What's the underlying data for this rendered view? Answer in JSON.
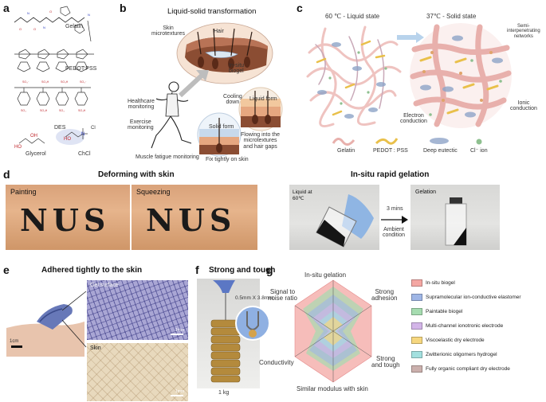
{
  "panels": {
    "a": {
      "letter": "a",
      "labels": {
        "gelatin": "Gelatin",
        "pedot": "PEDOT:PSS",
        "des": "DES",
        "glycerol": "Glycerol",
        "chcl": "ChCl",
        "cl": "Cl",
        "oh_a": "HO",
        "oh_b": "OH",
        "oh_c": "HO",
        "n_plus": "N",
        "nh2": "NH"
      }
    },
    "b": {
      "letter": "b",
      "title": "Liquid-solid transformation",
      "labels": {
        "skin_microtextures": "Skin\nmicrotextures",
        "hair": "Hair",
        "insitu_biogel": "In-situ\nbiogel",
        "healthcare": "Healthcare\nmonitoring",
        "exercise": "Exercise\nmonitoring",
        "fatigue": "Muscle fatigue monitoring",
        "cooling": "Cooling\ndown",
        "liquid_form": "Liquid form",
        "solid_form": "Solid form",
        "flowing": "Flowing into the\nmicrotextures\nand hair gaps",
        "fix": "Fix tightly on skin"
      }
    },
    "c": {
      "letter": "c",
      "labels": {
        "liquid_state": "60 ℃ - Liquid state",
        "solid_state": "37℃ - Solid state",
        "semi": "Semi-\ninterpenetrating\nnetworks",
        "electron": "Electron\nconduction",
        "ionic": "Ionic\nconduction"
      },
      "legend": {
        "gelatin": "Gelatin",
        "pedot": "PEDOT : PSS",
        "deep": "Deep eutectic",
        "cl": "Cl⁻ ion"
      }
    },
    "d": {
      "letter": "d",
      "title_left": "Deforming with skin",
      "title_right": "In-situ rapid gelation",
      "painting": "Painting",
      "squeezing": "Squeezing",
      "letters": "NUS",
      "liquid_at": "Liquid at\n60℃",
      "mins": "3 mins",
      "ambient": "Ambient\ncondition",
      "gelation": "Gelation"
    },
    "e": {
      "letter": "e",
      "title": "Adhered tightly to the skin",
      "gel_surface": "Gel surface",
      "skin": "Skin",
      "scale_cm": "1cm",
      "scale_mm": "1mm"
    },
    "f": {
      "letter": "f",
      "title": "Strong and tough",
      "dimension": "0.5mm X 3.8mm",
      "weight": "1 kg"
    },
    "g": {
      "letter": "g",
      "axes": {
        "top": "In-situ gelation",
        "top_right": "Strong\nadhesion",
        "bottom_right": "Strong\nand tough",
        "bottom": "Similar modulus with skin",
        "bottom_left": "Conductivity",
        "top_left": "Signal to\nnoise ratio"
      },
      "legend": [
        {
          "name": "In-situ biogel",
          "color": "#f4a7a3"
        },
        {
          "name": "Supramolecular ion-conductive elastomer",
          "color": "#9fb6e6"
        },
        {
          "name": "Paintable biogel",
          "color": "#a6dcb0"
        },
        {
          "name": "Multi-channel ionotronic electrode",
          "color": "#d3b5e8"
        },
        {
          "name": "Viscoelastic dry electrode",
          "color": "#f6d77f"
        },
        {
          "name": "Zwitterionic oligomers hydrogel",
          "color": "#a3e0df"
        },
        {
          "name": "Fully organic compliant dry electrode",
          "color": "#cbb0ad"
        }
      ]
    }
  }
}
